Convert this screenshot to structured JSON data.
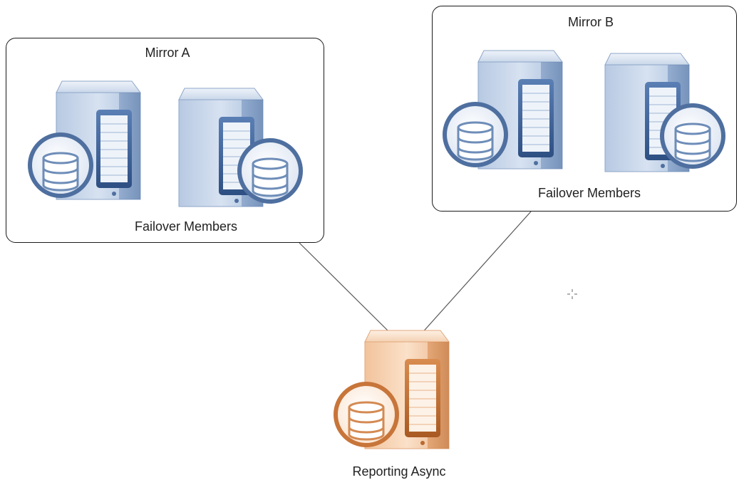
{
  "diagram": {
    "groups": [
      {
        "id": "mirror-a",
        "title": "Mirror A",
        "caption": "Failover Members",
        "color": "#4f74a6"
      },
      {
        "id": "mirror-b",
        "title": "Mirror B",
        "caption": "Failover Members",
        "color": "#4f74a6"
      }
    ],
    "async_node": {
      "label": "Reporting Async",
      "color": "#c8753a"
    },
    "connector_color": "#555555"
  }
}
